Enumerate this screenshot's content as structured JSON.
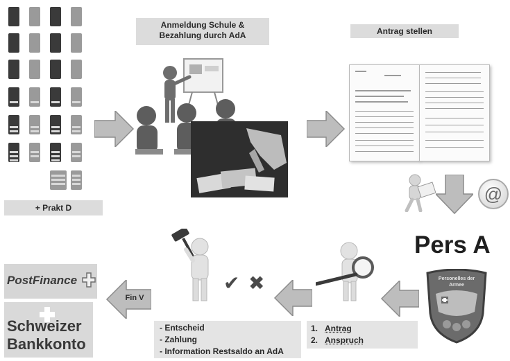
{
  "steps": {
    "prakt": "+ Prakt D",
    "anmeldung_line1": "Anmeldung Schule &",
    "anmeldung_line2": "Bezahlung durch AdA",
    "antrag": "Antrag stellen",
    "pers_a": "Pers A",
    "fin_v": "Fin V"
  },
  "pruefung_list": [
    {
      "num": "1.",
      "text": "Antrag"
    },
    {
      "num": "2.",
      "text": "Anspruch"
    }
  ],
  "entscheid_list": [
    "- Entscheid",
    "- Zahlung",
    "- Information  Restsaldo  an AdA"
  ],
  "logos": {
    "postfinance": "PostFinance",
    "bank_line1": "Schweizer",
    "bank_line2": "Bankkonto",
    "emblem_text": "Personelles der Armee"
  },
  "icons": {
    "email": "@",
    "check": "✔",
    "cross": "✖"
  }
}
